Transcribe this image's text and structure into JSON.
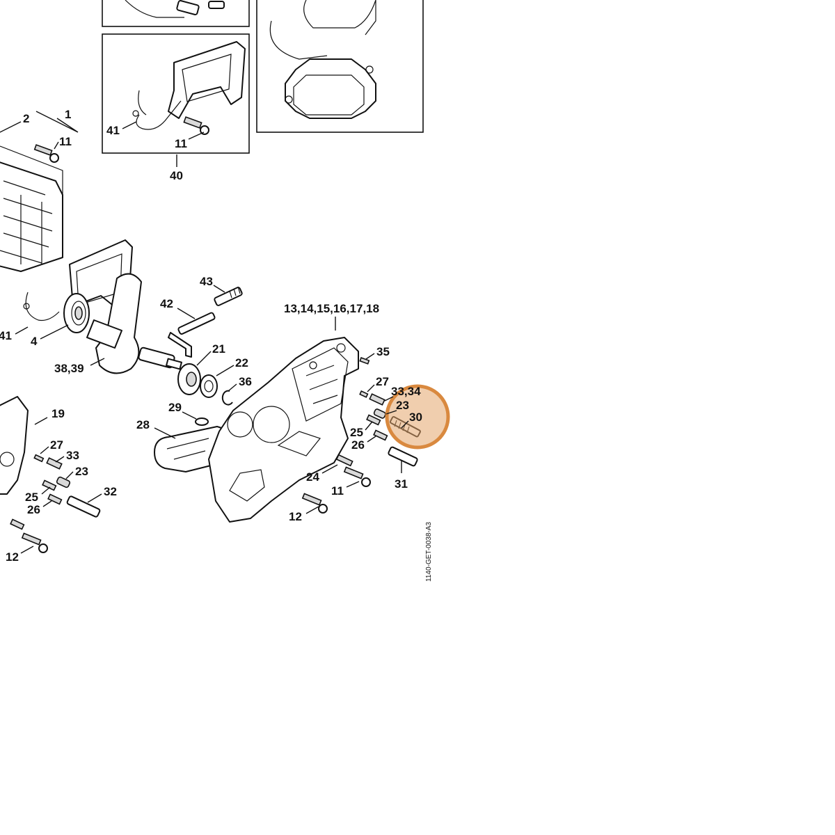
{
  "callouts": {
    "c1": "1",
    "c2": "2",
    "c4": "4",
    "c11a": "11",
    "c11b": "11",
    "c11c": "11",
    "c12a": "12",
    "c12b": "12",
    "c13_18": "13,14,15,16,17,18",
    "c19": "19",
    "c21": "21",
    "c22": "22",
    "c23a": "23",
    "c23b": "23",
    "c24": "24",
    "c25a": "25",
    "c25b": "25",
    "c26a": "26",
    "c26b": "26",
    "c27a": "27",
    "c27b": "27",
    "c28": "28",
    "c29": "29",
    "c30": "30",
    "c31": "31",
    "c32": "32",
    "c33a": "33",
    "c33_34": "33,34",
    "c35": "35",
    "c36": "36",
    "c38_39": "38,39",
    "c40": "40",
    "c41a": "41",
    "c41b": "41",
    "c42": "42",
    "c43": "43"
  },
  "drawing_code": "1140-GET-0038-A3",
  "highlight": {
    "part": "30",
    "color": "#e3a56b"
  }
}
